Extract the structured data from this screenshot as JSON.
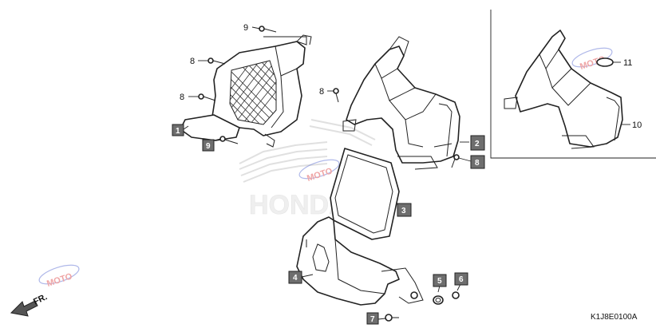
{
  "labels": {
    "n9_top": "9",
    "n8_a": "8",
    "n8_b": "8",
    "n1": "1",
    "n9_box": "9",
    "n8_mid": "8",
    "n2": "2",
    "n8_box": "8",
    "n3": "3",
    "n4": "4",
    "n5": "5",
    "n6": "6",
    "n7": "7",
    "n11": "11",
    "n10": "10"
  },
  "front_arrow_label": "FR.",
  "catalog_code": "K1J8E0100A",
  "watermark": {
    "brand": "HONDA",
    "moto": "MOTO"
  },
  "colors": {
    "line": "#222222",
    "label_box": "#6e6e6e",
    "watermark_red": "#e25a5a",
    "watermark_blue": "#6f7fd8"
  }
}
